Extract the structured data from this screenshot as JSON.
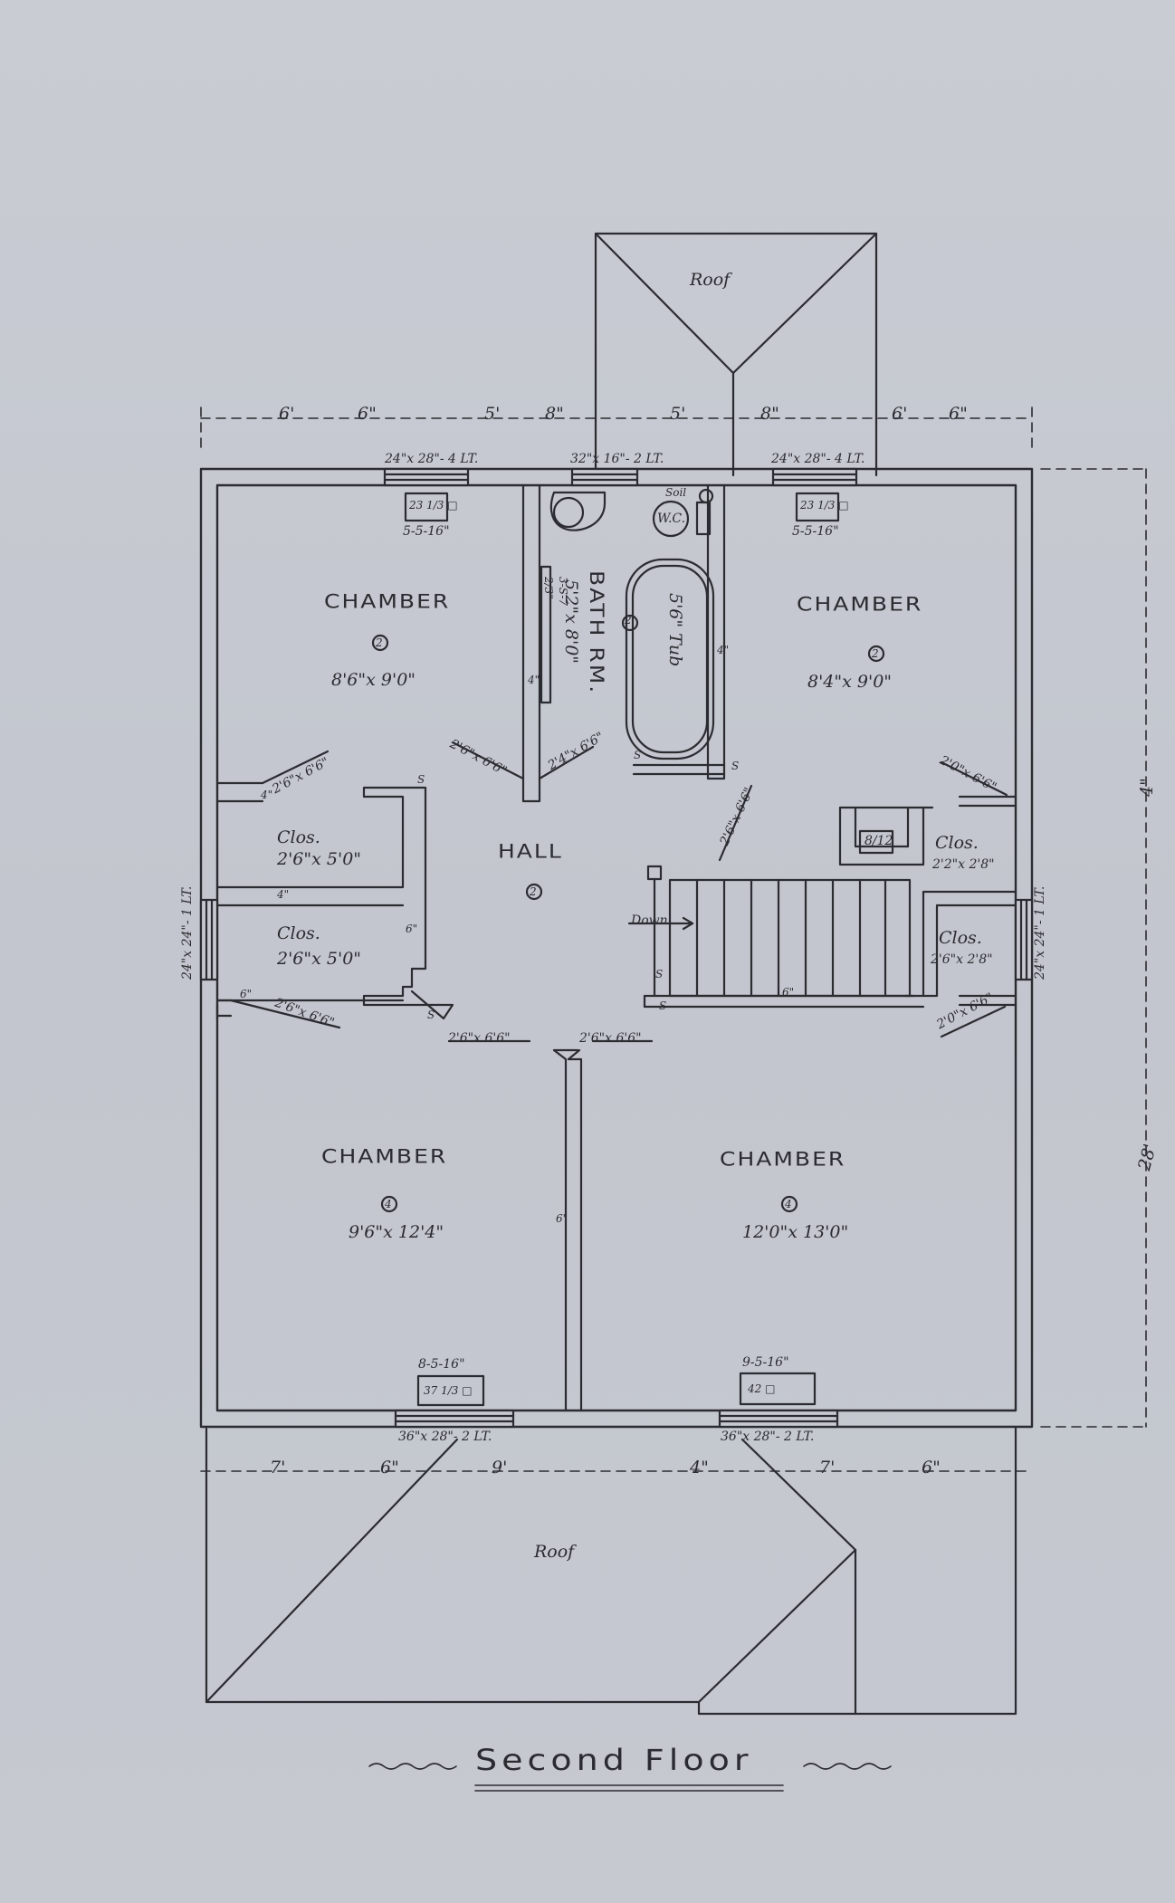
{
  "drawing": {
    "title": "Second Floor",
    "paper_color": "#c6c9d0",
    "ink_color": "#2b2c31",
    "roof_front_label": "Roof",
    "roof_rear_label": "Roof",
    "rooms": {
      "chamber_nw": {
        "name": "CHAMBER",
        "size": "8'6\"x 9'0\"",
        "outlet": "2"
      },
      "chamber_ne": {
        "name": "CHAMBER",
        "size": "8'4\"x 9'0\"",
        "outlet": "2"
      },
      "chamber_sw": {
        "name": "CHAMBER",
        "size": "9'6\"x 12'4\"",
        "outlet": "4"
      },
      "chamber_se": {
        "name": "CHAMBER",
        "size": "12'0\"x 13'0\"",
        "outlet": "4"
      },
      "hall": {
        "name": "HALL",
        "outlet": "2"
      },
      "bath": {
        "name": "BATH RM.",
        "size": "5'2\"x 8'0\"",
        "outlet": "2",
        "tub": "5'6\" Tub",
        "wc": "W.C.",
        "soil": "Soil",
        "trap": "3-S-7",
        "trap2": "2/3\""
      },
      "clos_1": {
        "name": "Clos.",
        "size": "2'6\"x 5'0\""
      },
      "clos_2": {
        "name": "Clos.",
        "size": "2'6\"x 5'0\""
      },
      "clos_3": {
        "name": "Clos.",
        "size": "2'2\"x 2'8\""
      },
      "clos_4": {
        "name": "Clos.",
        "size": "2'6\"x 2'8\""
      }
    },
    "stair": {
      "label": "Down",
      "box": "8/12"
    },
    "windows": {
      "top_left": "24\"x 28\"- 4 LT.",
      "top_center": "32\"x 16\"- 2 LT.",
      "top_right": "24\"x 28\"- 4 LT.",
      "bottom_left": "36\"x 28\"- 2 LT.",
      "bottom_right": "36\"x 28\"- 2 LT.",
      "side_left": "24\"x 24\"- 1 LT.",
      "side_right": "24\"x 24\"- 1 LT."
    },
    "registers": {
      "nw": {
        "size": "23 1/3 □",
        "pipe": "5-5-16\""
      },
      "ne": {
        "size": "23 1/3 □",
        "pipe": "5-5-16\""
      },
      "sw": {
        "size": "37 1/3 □",
        "pipe": "8-5-16\""
      },
      "se": {
        "size": "42 □",
        "pipe": "9-5-16\""
      }
    },
    "doors": {
      "d1": "2'6\"x 6'6\"",
      "d2": "2'6\"x 6'6\"",
      "d3": "2'4\"x 6'6\"",
      "d4": "2'0\"x 6'6\"",
      "d5": "2'6\"x 6'6\"",
      "d6": "2'6\"x 6'6\"",
      "d7": "2'6\"x 6'6\"",
      "d8": "2'6\"x 6'6\"",
      "d9": "2'0\"x 6'6\""
    },
    "top_dims": [
      "6'",
      "6\"",
      "5'",
      "8\"",
      "5'",
      "8\"",
      "6'",
      "6\""
    ],
    "bottom_dims": [
      "7'",
      "6\"",
      "9'",
      "4\"",
      "7'",
      "6\""
    ],
    "side_dim_upper": "4\"",
    "side_dim_main": "28'",
    "wall_marks": {
      "w4a": "4\"",
      "w4b": "4\"",
      "w4c": "4\"",
      "w4d": "4\"",
      "w6a": "6\"",
      "w6b": "6\"",
      "w6c": "6\"",
      "w6d": "6\"",
      "s1": "S",
      "s2": "S",
      "s3": "S",
      "s4": "S",
      "s5": "S",
      "s6": "S"
    }
  }
}
